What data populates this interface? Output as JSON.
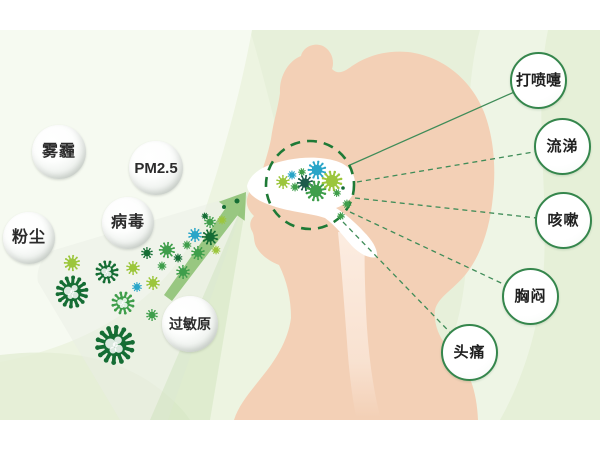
{
  "allergens": {
    "items": [
      {
        "id": "smog",
        "label": "雾霾"
      },
      {
        "id": "pm25",
        "label": "PM2.5"
      },
      {
        "id": "virus",
        "label": "病毒"
      },
      {
        "id": "dust",
        "label": "粉尘"
      },
      {
        "id": "allergen",
        "label": "过敏原"
      }
    ]
  },
  "symptoms": {
    "items": [
      {
        "id": "sneeze",
        "label": "打喷嚏",
        "connector": "solid"
      },
      {
        "id": "runny-nose",
        "label": "流涕",
        "connector": "dashed"
      },
      {
        "id": "cough",
        "label": "咳嗽",
        "connector": "dashed"
      },
      {
        "id": "chest-tightness",
        "label": "胸闷",
        "connector": "dashed"
      },
      {
        "id": "headache",
        "label": "头痛",
        "connector": "dashed"
      }
    ]
  },
  "colors": {
    "virus_dark_green": "#156d34",
    "virus_green": "#3f9e4b",
    "virus_yellow_green": "#9cc63c",
    "virus_teal": "#29a5c8",
    "virus_dark_teal": "#1d5b4b",
    "arrow_green": "#8abf70",
    "dashed_circle": "#1e7a36",
    "connector_line": "#3f8c58",
    "symptom_border": "#35864c",
    "face_peach": "#f3d0b6",
    "trachea_light": "#fdf0e6",
    "background": "#edf4e1",
    "bubble_text": "#2b2b2b"
  }
}
